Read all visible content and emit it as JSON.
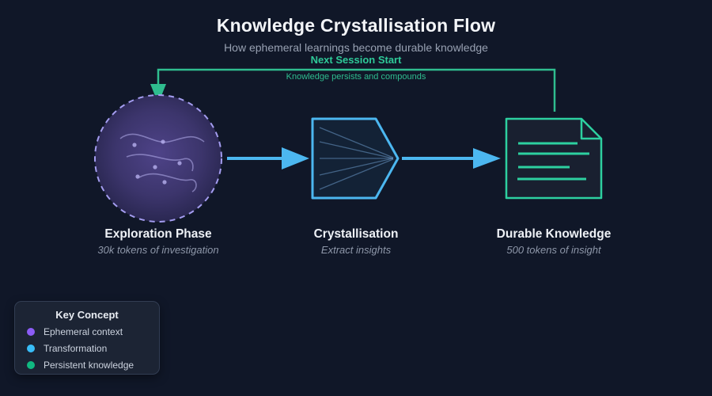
{
  "header": {
    "title": "Knowledge Crystallisation Flow",
    "subtitle": "How ephemeral learnings become durable knowledge",
    "session_start_label": "Next Session Start"
  },
  "feedback_loop": {
    "label": "Knowledge persists and compounds",
    "color": "#2fbd8f"
  },
  "nodes": [
    {
      "id": "exploration",
      "label": "Exploration Phase",
      "sublabel": "30k tokens of investigation",
      "accent": "#a49df0"
    },
    {
      "id": "crystallisation",
      "label": "Crystallisation",
      "sublabel": "Extract insights",
      "accent": "#4cb7f0"
    },
    {
      "id": "durable",
      "label": "Durable Knowledge",
      "sublabel": "500 tokens of insight",
      "accent": "#2dd0a0"
    }
  ],
  "legend": {
    "title": "Key Concept",
    "items": [
      {
        "label": "Ephemeral context",
        "color": "#8b5cf6"
      },
      {
        "label": "Transformation",
        "color": "#38bdf8"
      },
      {
        "label": "Persistent knowledge",
        "color": "#10b981"
      }
    ]
  },
  "colors": {
    "background": "#101728",
    "loop_green": "#2fbd8f",
    "arrow_blue": "#4cb7f0",
    "circle_dash_purple": "#a49df0",
    "document_green": "#2dd0a0"
  }
}
